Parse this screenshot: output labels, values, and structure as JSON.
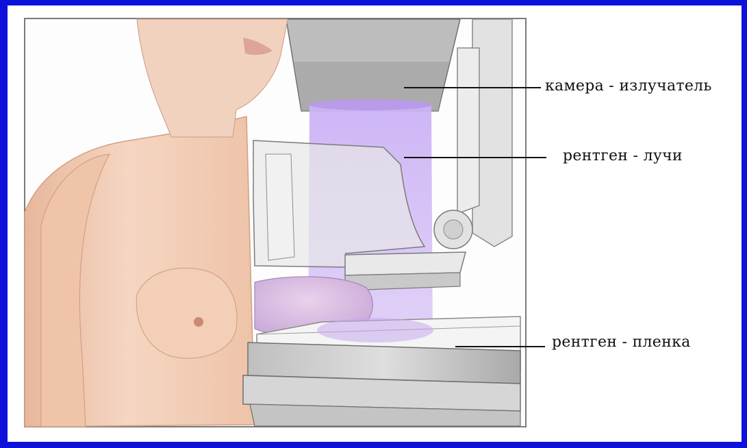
{
  "diagram": {
    "labels": {
      "camera": "камера - излучатель",
      "rays": "рентген - лучи",
      "film": "рентген - пленка"
    },
    "colors": {
      "frame": "#0d11d9",
      "beam": "#c9b0f2",
      "skin": "#f0cdb5",
      "machine": "#e4e4e4",
      "panel_border": "#666666"
    },
    "illustration": "mammography-procedure"
  }
}
